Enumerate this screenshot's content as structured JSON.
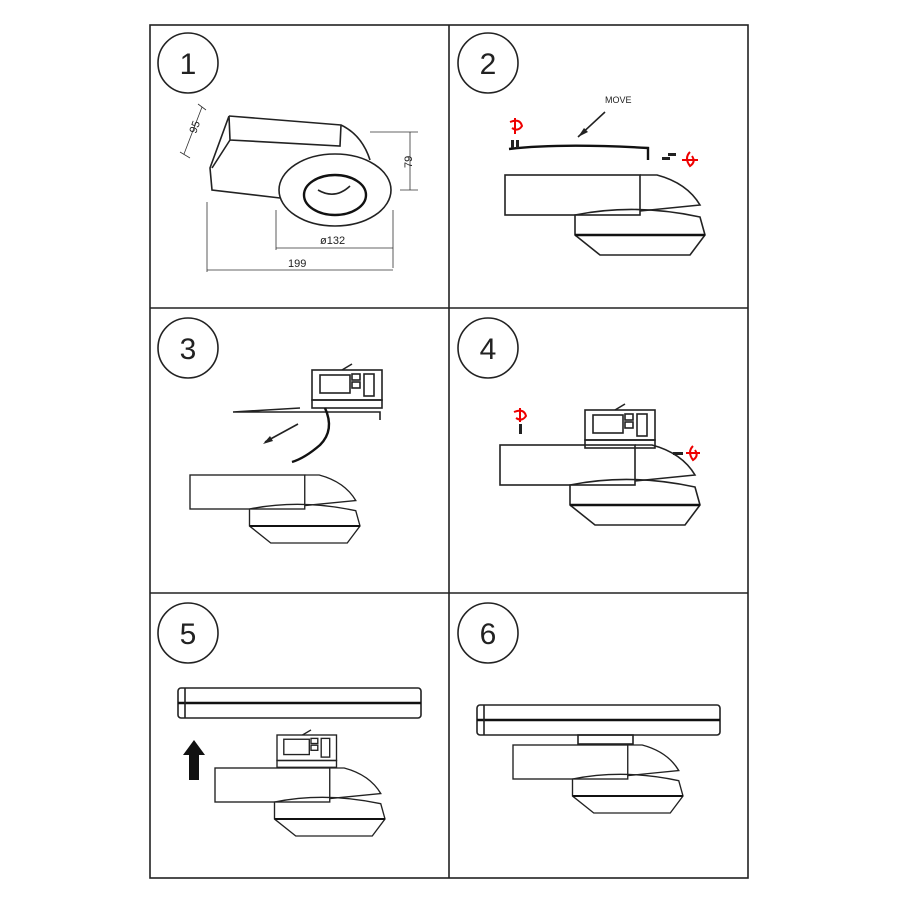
{
  "steps": [
    {
      "number": "1"
    },
    {
      "number": "2",
      "label": "MOVE"
    },
    {
      "number": "3"
    },
    {
      "number": "4"
    },
    {
      "number": "5"
    },
    {
      "number": "6"
    }
  ],
  "dimensions": {
    "depth": "95",
    "height": "79",
    "diameter": "ø132",
    "length": "199"
  },
  "colors": {
    "line": "#222222",
    "accent": "#e00000"
  }
}
